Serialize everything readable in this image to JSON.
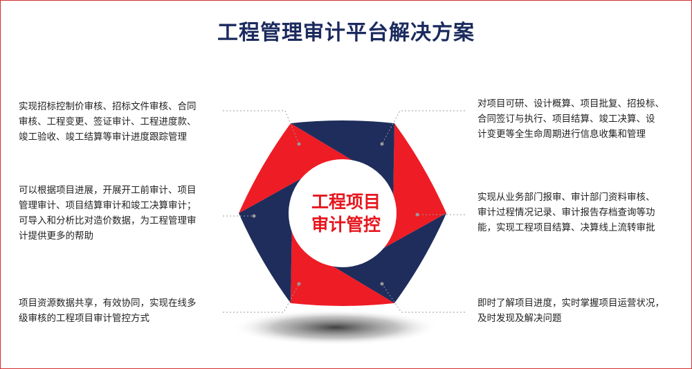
{
  "title": "工程管理审计平台解决方案",
  "center": {
    "line1": "工程项目",
    "line2": "审计管控"
  },
  "colors": {
    "red": "#ee1c25",
    "navy": "#1e2d5c",
    "title": "#1b2a5e",
    "connector": "#9a9a9a"
  },
  "notes": {
    "left_top": [
      "实现招标控制价审核、招标文件审核、合同",
      "审核、工程变更、签证审计、工程进度款、",
      "竣工验收、竣工结算等审计进度跟踪管理"
    ],
    "left_mid": [
      "可以根据项目进展，开展开工前审计、项目",
      "管理审计、项目结算审计和竣工决算审计；",
      "可导入和分析比对造价数据，为工程管理审",
      "计提供更多的帮助"
    ],
    "left_bot": [
      "项目资源数据共享，有效协同，实现在线多",
      "级审核的工程项目审计管控方式"
    ],
    "right_top": [
      "对项目可研、设计概算、项目批复、招投标、",
      "合同签订与执行、项目结算、竣工决算、设",
      "计变更等全生命周期进行信息收集和管理"
    ],
    "right_mid": [
      "实现从业务部门报审、审计部门资料审核、",
      "审计过程情况记录、审计报告存档查询等功",
      "能，实现工程项目结算、决算线上流转审批"
    ],
    "right_bot": [
      "即时了解项目进度，实时掌握项目运营状况，",
      "及时发现及解决问题"
    ]
  }
}
